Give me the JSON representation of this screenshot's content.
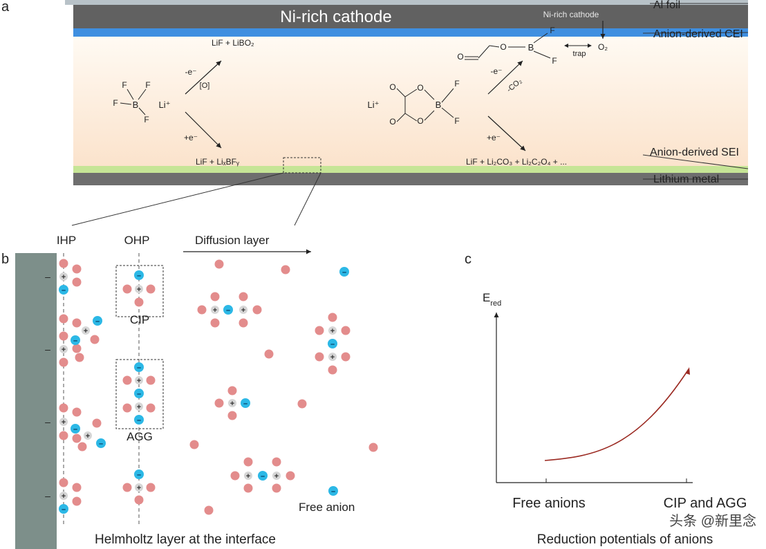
{
  "panel_a": {
    "letter": "a",
    "cathode_label": "Ni-rich cathode",
    "cathode_small_label": "Ni-rich cathode",
    "o2_label": "O₂",
    "trap_label": "trap",
    "labels": {
      "al_foil": "Al foil",
      "cei": "Anion-derived CEI",
      "sei": "Anion-derived SEI",
      "li_metal": "Lithium metal"
    },
    "left": {
      "ox_product": "LiF + LiBO₂",
      "ox_electron": "-e⁻",
      "ox_o": "[O]",
      "red_electron": "+e⁻",
      "red_product": "LiF + LiₓBFᵧ",
      "li_ion": "Li⁺",
      "atom_f": "F",
      "atom_b": "B"
    },
    "right": {
      "ox_electron": "-e⁻",
      "ox_co2": "-CO₂",
      "red_electron": "+e⁻",
      "red_product": "LiF + Li₂CO₃ + Li₂C₂O₄ + ...",
      "li_ion": "Li⁺",
      "atom_o": "O",
      "atom_f": "F",
      "atom_b": "B"
    }
  },
  "panel_b": {
    "letter": "b",
    "ihp": "IHP",
    "ohp": "OHP",
    "diffusion": "Diffusion layer",
    "cip": "CIP",
    "agg": "AGG",
    "free_anion": "Free anion",
    "caption": "Helmholtz layer at the interface",
    "electrode_sign": "–",
    "cation_sign": "+",
    "anion_sign": "–"
  },
  "panel_c": {
    "letter": "c",
    "y_label_main": "E",
    "y_label_sub": "red",
    "x_ticks": [
      "Free anions",
      "CIP and AGG"
    ],
    "caption": "Reduction potentials of anions"
  },
  "watermark": "头条 @新里念",
  "colors": {
    "cathode": "#616161",
    "cei": "#3f8fe0",
    "sei": "#c6e596",
    "electrolyte_light": "#fffaf3",
    "electrolyte_dark": "#fbe3cc",
    "solvent": "#e38c8c",
    "anion": "#2cb8e6",
    "cation": "#d6d6d6",
    "electrode_b": "#7d8f8a",
    "curve": "#9b2a22"
  }
}
